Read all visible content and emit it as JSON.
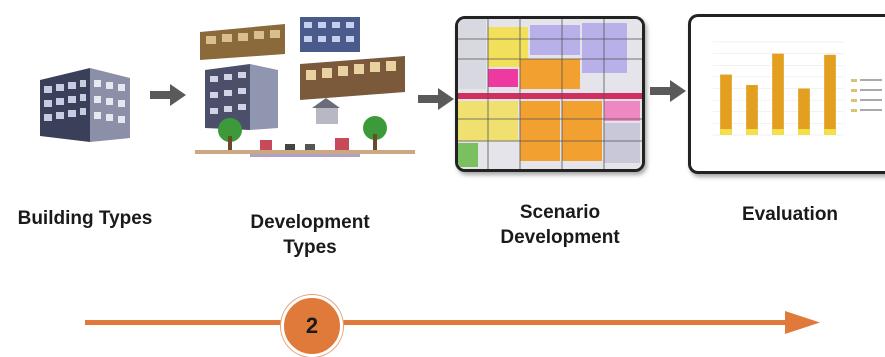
{
  "stages": [
    {
      "label": "Building Types"
    },
    {
      "label_line1": "Development",
      "label_line2": "Types"
    },
    {
      "label_line1": "Scenario",
      "label_line2": "Development"
    },
    {
      "label": "Evaluation"
    }
  ],
  "timeline": {
    "step": "2"
  },
  "colors": {
    "timeline": "#e07a3a",
    "arrow": "#5a5a5a",
    "bar": "#e3a020"
  },
  "chart_data": {
    "type": "bar",
    "values": [
      5.2,
      4.3,
      7.0,
      4.0,
      6.9
    ],
    "ylim": [
      0,
      8
    ]
  }
}
